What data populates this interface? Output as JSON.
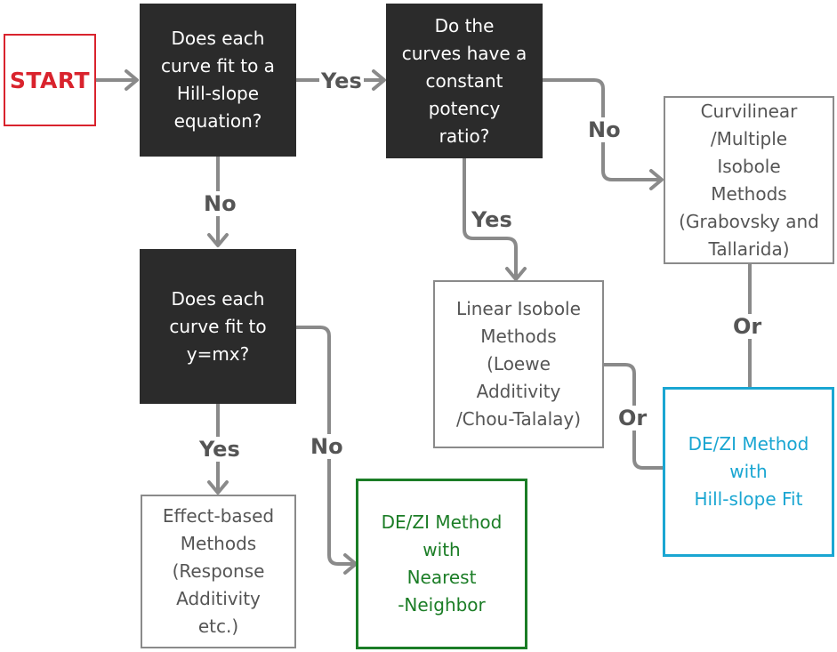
{
  "nodes": {
    "start": "START",
    "q_hill_slope": "Does each\ncurve fit to a\nHill-slope\nequation?",
    "q_constant_potency": "Do the\ncurves have a\nconstant\npotency\nratio?",
    "curvilinear": "Curvilinear\n/Multiple\nIsobole\nMethods\n(Grabovsky and\nTallarida)",
    "q_linear": "Does each\ncurve fit to\ny=mx?",
    "linear_isobole": "Linear Isobole\nMethods\n(Loewe\nAdditivity\n/Chou-Talalay)",
    "dezi_hill": "DE/ZI Method\nwith\nHill-slope Fit",
    "effect_based": "Effect-based\nMethods\n(Response\nAdditivity\netc.)",
    "dezi_nearest": "DE/ZI Method\nwith\nNearest\n-Neighbor"
  },
  "edges": {
    "hill_yes": "Yes",
    "hill_no": "No",
    "potency_no": "No",
    "potency_yes": "Yes",
    "linear_yes": "Yes",
    "linear_no": "No",
    "or_linear": "Or",
    "or_curvilinear": "Or"
  },
  "colors": {
    "dark_fill": "#2b2b2b",
    "connector": "#8a8a8a",
    "start": "#d9232d",
    "nearest_neighbor": "#1b7d26",
    "hill_slope_fit": "#1aa6d2"
  }
}
